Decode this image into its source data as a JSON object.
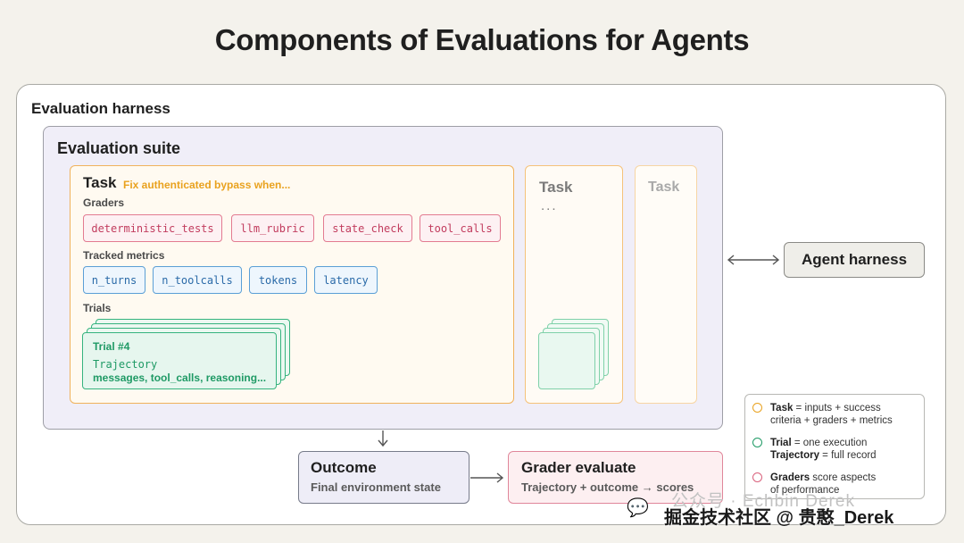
{
  "title": "Components of Evaluations for Agents",
  "harness": {
    "label": "Evaluation harness"
  },
  "suite": {
    "label": "Evaluation suite",
    "task": {
      "title": "Task",
      "description": "Fix authenticated bypass when...",
      "graders_label": "Graders",
      "graders": [
        "deterministic_tests",
        "llm_rubric",
        "state_check",
        "tool_calls"
      ],
      "metrics_label": "Tracked metrics",
      "metrics": [
        "n_turns",
        "n_toolcalls",
        "tokens",
        "latency"
      ],
      "trials_label": "Trials",
      "trial": {
        "title": "Trial #4",
        "trajectory": "Trajectory",
        "detail": "messages, tool_calls, reasoning..."
      }
    },
    "task2": {
      "title": "Task",
      "ellipsis": "..."
    },
    "task3": {
      "title": "Task"
    }
  },
  "agent_harness": {
    "label": "Agent harness"
  },
  "outcome": {
    "title": "Outcome",
    "subtitle": "Final environment state"
  },
  "grader": {
    "title": "Grader evaluate",
    "subtitle": "Trajectory + outcome → scores"
  },
  "legend": {
    "items": [
      {
        "term": "Task",
        "rest": " = inputs + success",
        "line2": "criteria + graders + metrics",
        "color": "#e9a21f"
      },
      {
        "term": "Trial",
        "rest": " = one execution",
        "term2": "Trajectory",
        "rest2": " = full record",
        "color": "#1f9a65"
      },
      {
        "term": "Graders",
        "rest": " score aspects",
        "line2": "of performance",
        "color": "#d9617c"
      }
    ]
  },
  "watermark": {
    "logo": "💬",
    "top": "公众号 · Echbin Derek",
    "bottom": "掘金技术社区 @ 贵憨_Derek"
  }
}
